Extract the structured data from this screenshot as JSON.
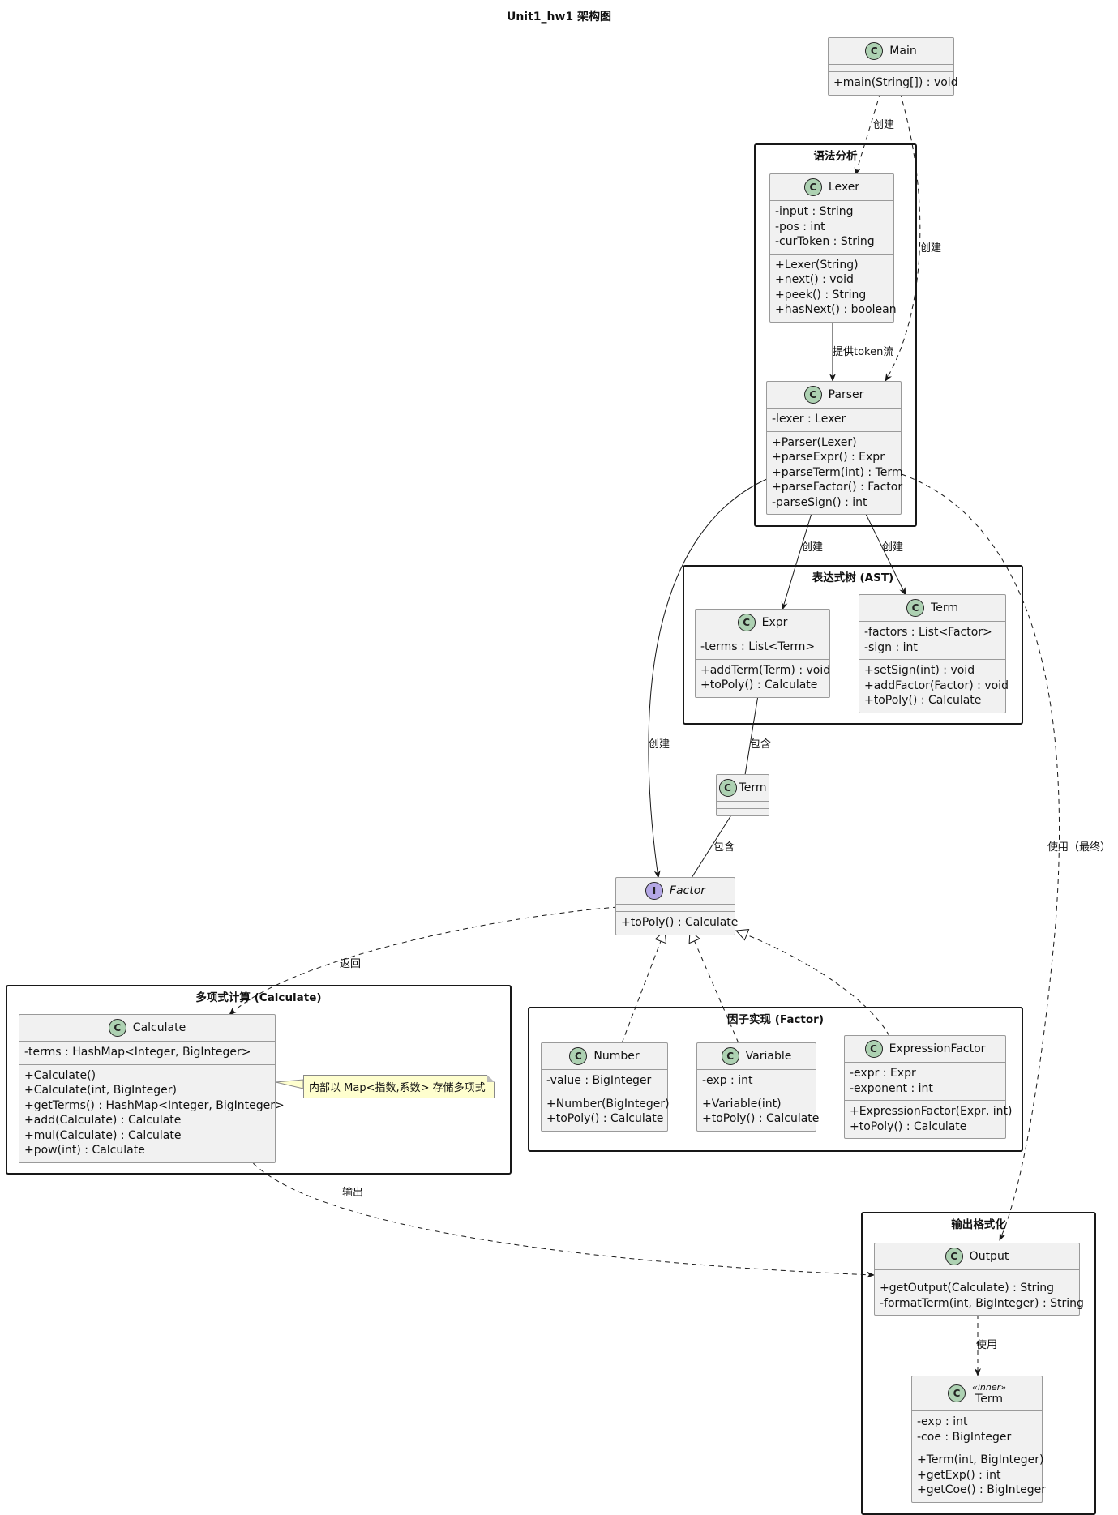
{
  "title": "Unit1_hw1 架构图",
  "packages": {
    "syntax": "语法分析",
    "ast": "表达式树 (AST)",
    "calc": "多项式计算 (Calculate)",
    "factor_impl": "因子实现 (Factor)",
    "output": "输出格式化"
  },
  "classes": {
    "main": {
      "name": "Main",
      "fields": [],
      "methods": [
        "+main(String[]) : void"
      ]
    },
    "lexer": {
      "name": "Lexer",
      "fields": [
        "-input : String",
        "-pos : int",
        "-curToken : String"
      ],
      "methods": [
        "+Lexer(String)",
        "+next() : void",
        "+peek() : String",
        "+hasNext() : boolean"
      ]
    },
    "parser": {
      "name": "Parser",
      "fields": [
        "-lexer : Lexer"
      ],
      "methods": [
        "+Parser(Lexer)",
        "+parseExpr() : Expr",
        "+parseTerm(int) : Term",
        "+parseFactor() : Factor",
        "-parseSign() : int"
      ]
    },
    "expr": {
      "name": "Expr",
      "fields": [
        "-terms : List<Term>"
      ],
      "methods": [
        "+addTerm(Term) : void",
        "+toPoly() : Calculate"
      ]
    },
    "term_ast": {
      "name": "Term",
      "fields": [
        "-factors : List<Factor>",
        "-sign : int"
      ],
      "methods": [
        "+setSign(int) : void",
        "+addFactor(Factor) : void",
        "+toPoly() : Calculate"
      ]
    },
    "term_free": {
      "name": "Term"
    },
    "factor": {
      "name": "Factor",
      "methods": [
        "+toPoly() : Calculate"
      ]
    },
    "calculate": {
      "name": "Calculate",
      "fields": [
        "-terms : HashMap<Integer, BigInteger>"
      ],
      "methods": [
        "+Calculate()",
        "+Calculate(int, BigInteger)",
        "+getTerms() : HashMap<Integer, BigInteger>",
        "+add(Calculate) : Calculate",
        "+mul(Calculate) : Calculate",
        "+pow(int) : Calculate"
      ]
    },
    "number": {
      "name": "Number",
      "fields": [
        "-value : BigInteger"
      ],
      "methods": [
        "+Number(BigInteger)",
        "+toPoly() : Calculate"
      ]
    },
    "variable": {
      "name": "Variable",
      "fields": [
        "-exp : int"
      ],
      "methods": [
        "+Variable(int)",
        "+toPoly() : Calculate"
      ]
    },
    "exprfactor": {
      "name": "ExpressionFactor",
      "fields": [
        "-expr : Expr",
        "-exponent : int"
      ],
      "methods": [
        "+ExpressionFactor(Expr, int)",
        "+toPoly() : Calculate"
      ]
    },
    "output": {
      "name": "Output",
      "fields": [],
      "methods": [
        "+getOutput(Calculate) : String",
        "-formatTerm(int, BigInteger) : String"
      ]
    },
    "term_inner": {
      "name": "Term",
      "stereotype": "«inner»",
      "fields": [
        "-exp : int",
        "-coe : BigInteger"
      ],
      "methods": [
        "+Term(int, BigInteger)",
        "+getExp() : int",
        "+getCoe() : BigInteger"
      ]
    }
  },
  "note": "内部以 Map<指数,系数> 存储多项式",
  "edges": {
    "main_lexer": "创建",
    "main_parser": "创建",
    "lexer_parser": "提供token流",
    "parser_expr": "创建",
    "parser_term": "创建",
    "parser_factor": "创建",
    "expr_term": "包含",
    "term_factor": "包含",
    "factor_calc": "返回",
    "parser_output": "使用（最终）",
    "calc_output": "输出",
    "output_inner": "使用"
  }
}
